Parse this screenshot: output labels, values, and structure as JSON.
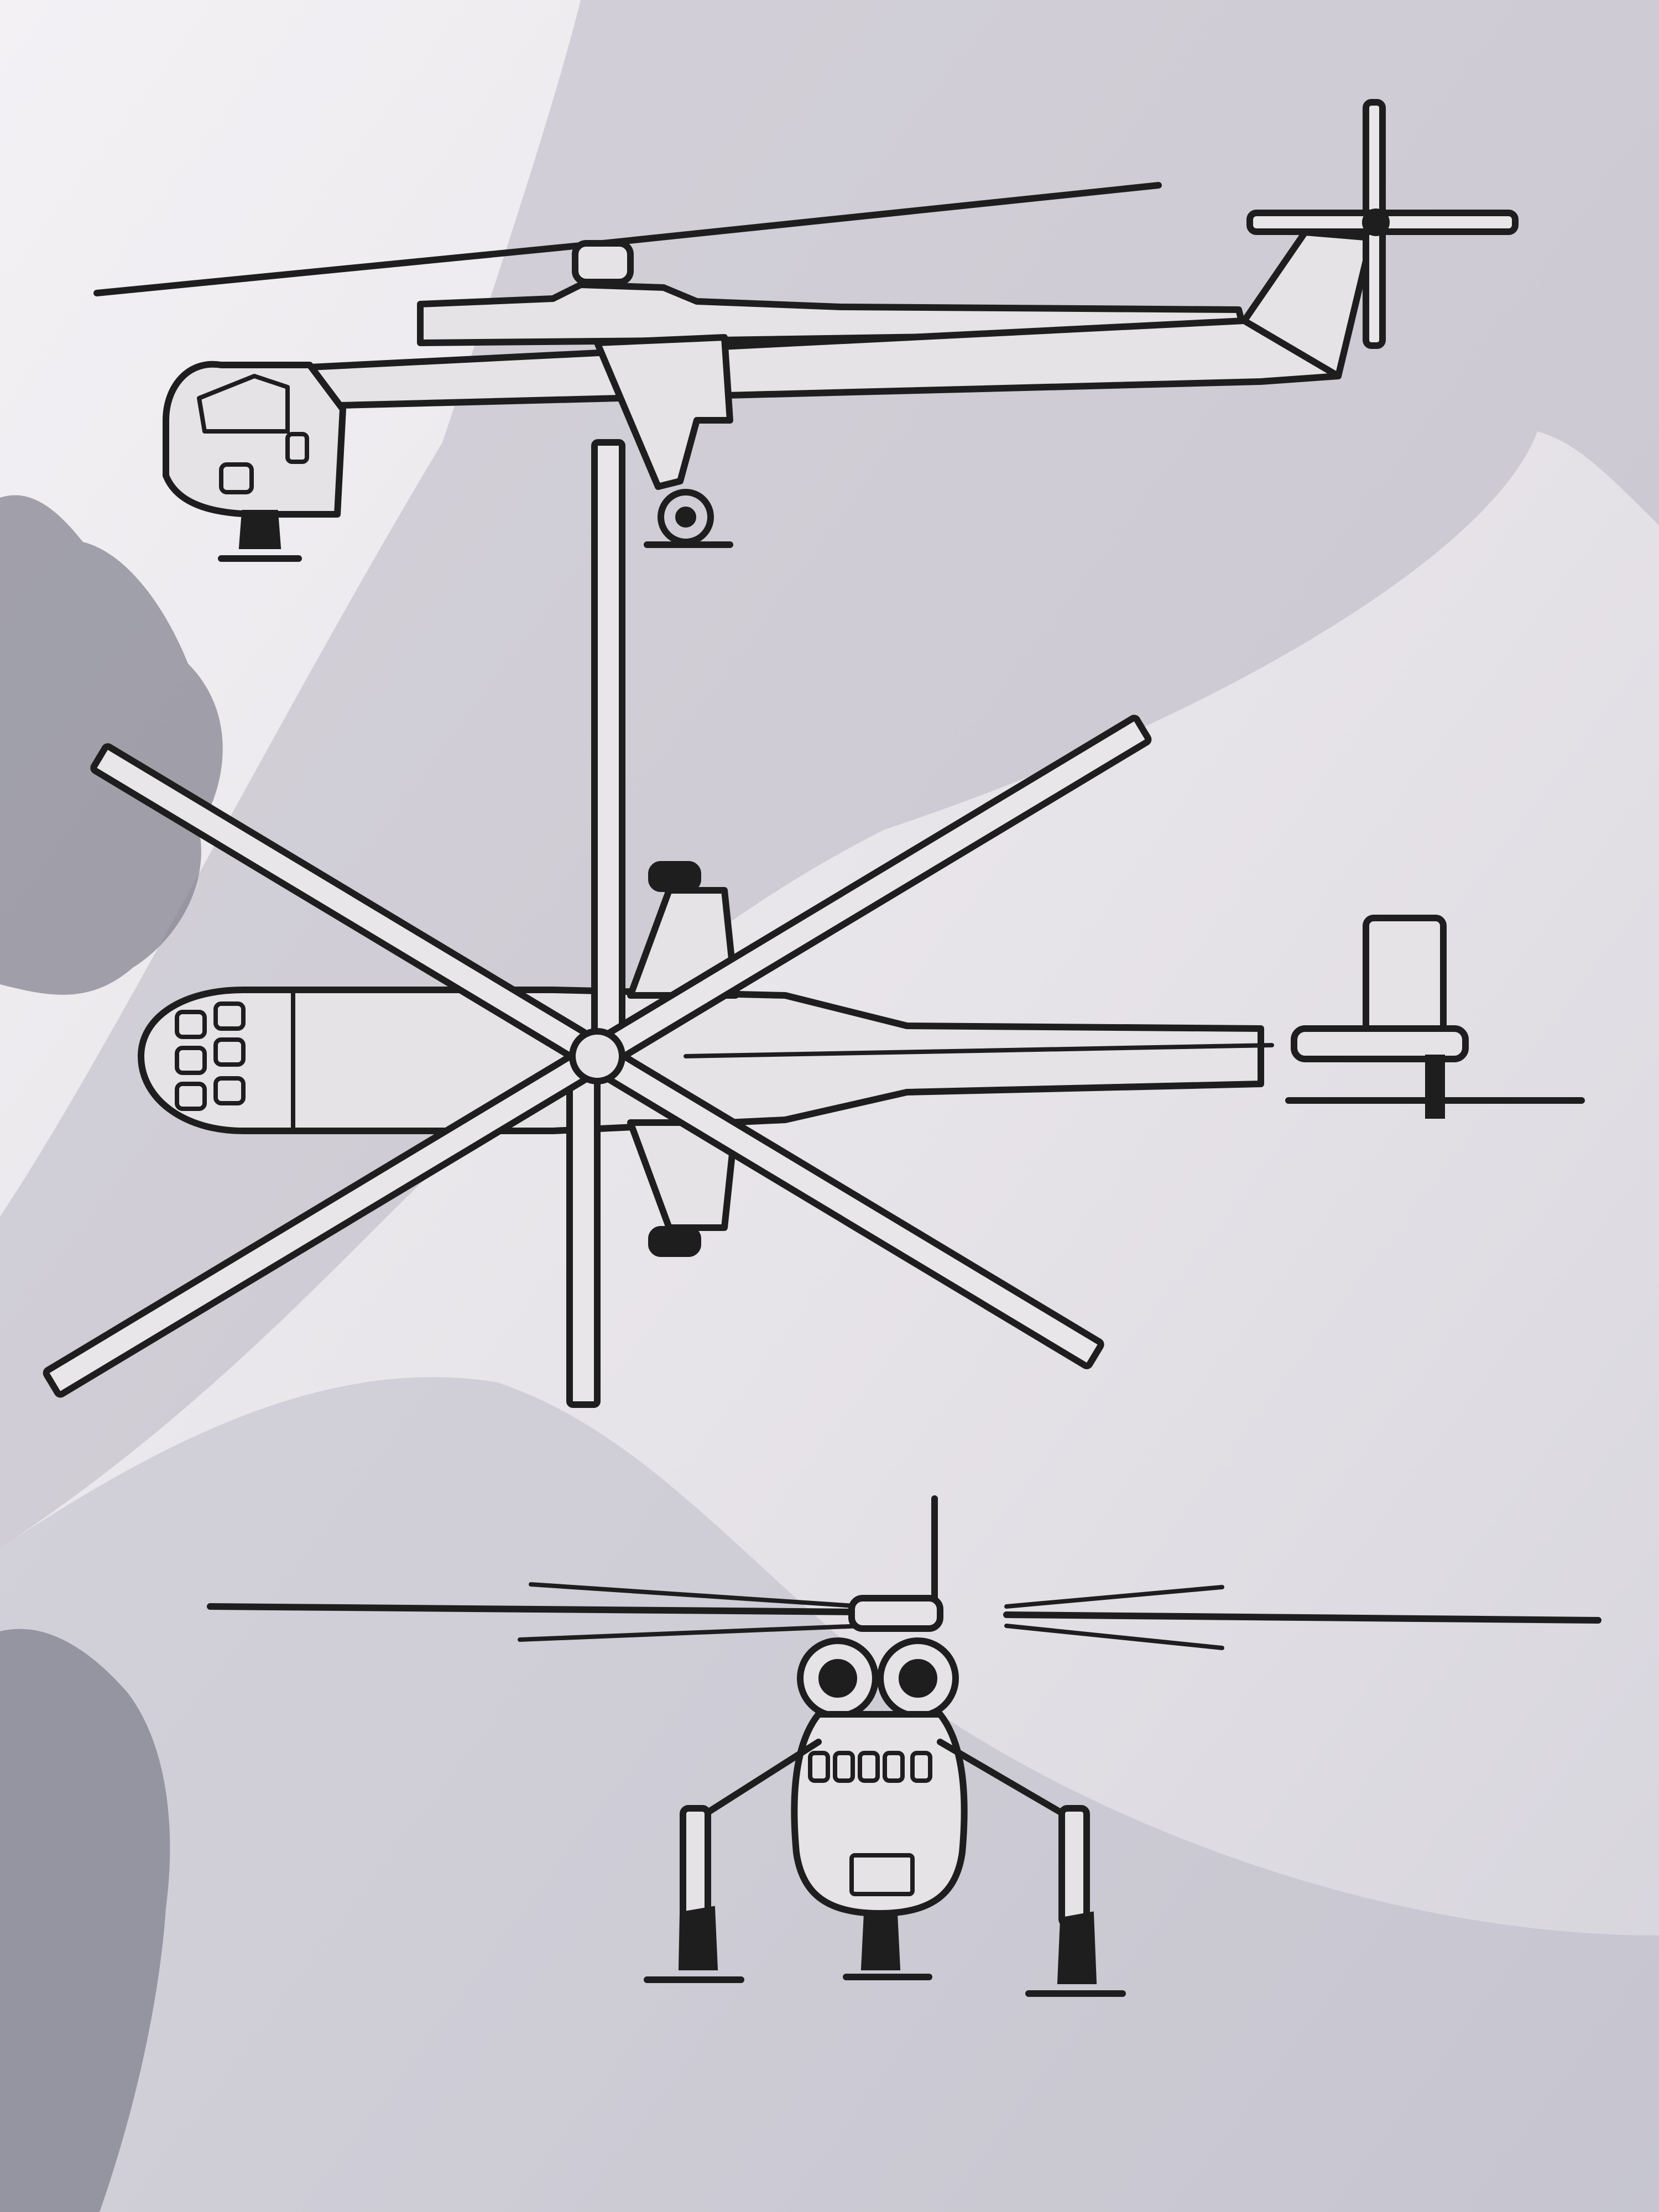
{
  "document": {
    "paper_color": "#e8e6ea",
    "shadow_color": "#9a9aa6",
    "ink_color": "#1e1e1e"
  },
  "views": [
    {
      "id": "side-view",
      "icon": "helicopter-side-view-icon"
    },
    {
      "id": "top-view",
      "icon": "helicopter-top-view-icon"
    },
    {
      "id": "front-view",
      "icon": "helicopter-front-view-icon"
    }
  ]
}
